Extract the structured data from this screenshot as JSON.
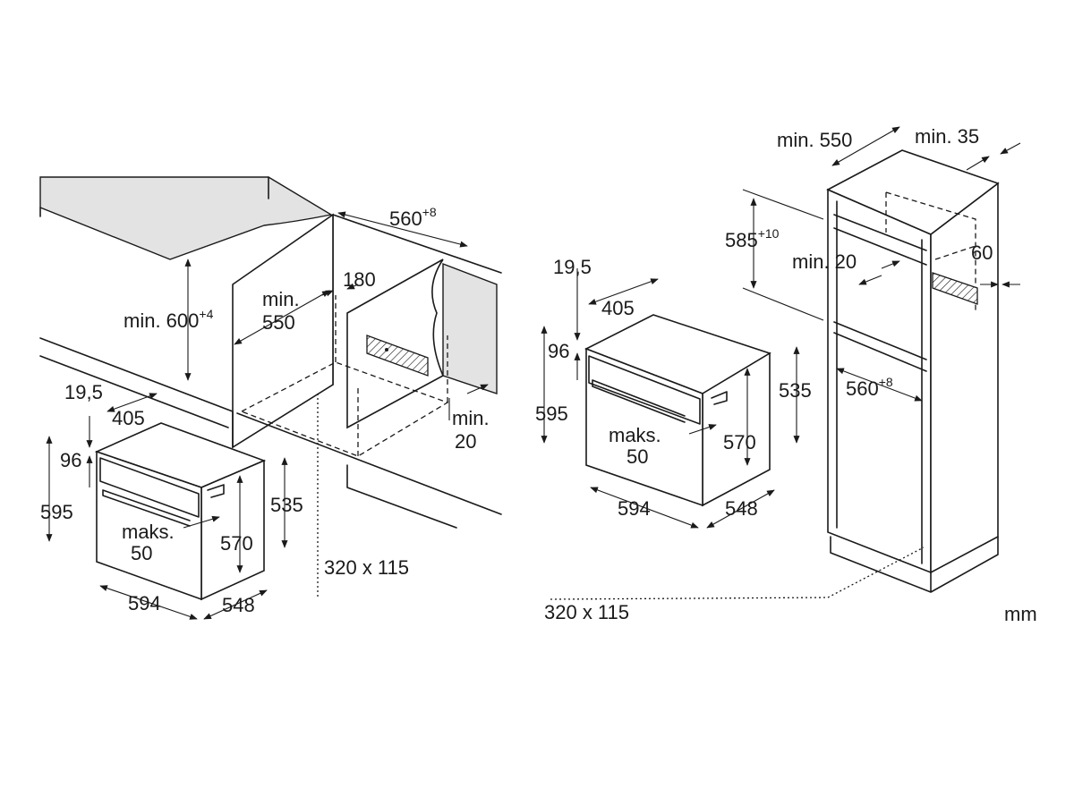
{
  "labels": {
    "left": {
      "min_600": "min. 600",
      "min_600_sup": "+4",
      "min_550_l1": "min.",
      "min_550_l2": "550",
      "w560": "560",
      "w560_sup": "+8",
      "d180": "180",
      "min20_l1": "min.",
      "min20_l2": "20",
      "d19_5": "19,5",
      "d405": "405",
      "d96": "96",
      "d595": "595",
      "d535": "535",
      "maks_l1": "maks.",
      "maks_l2": "50",
      "d570": "570",
      "d594": "594",
      "d548": "548",
      "vent": "320 x 115"
    },
    "right": {
      "min550": "min. 550",
      "min35": "min. 35",
      "h585": "585",
      "h585_sup": "+10",
      "min20": "min. 20",
      "d60": "60",
      "w560": "560",
      "w560_sup": "+8",
      "d19_5": "19,5",
      "d405": "405",
      "d96": "96",
      "d595": "595",
      "d535": "535",
      "maks_l1": "maks.",
      "maks_l2": "50",
      "d570": "570",
      "d594": "594",
      "d548": "548",
      "vent": "320 x 115"
    },
    "unit": "mm"
  }
}
